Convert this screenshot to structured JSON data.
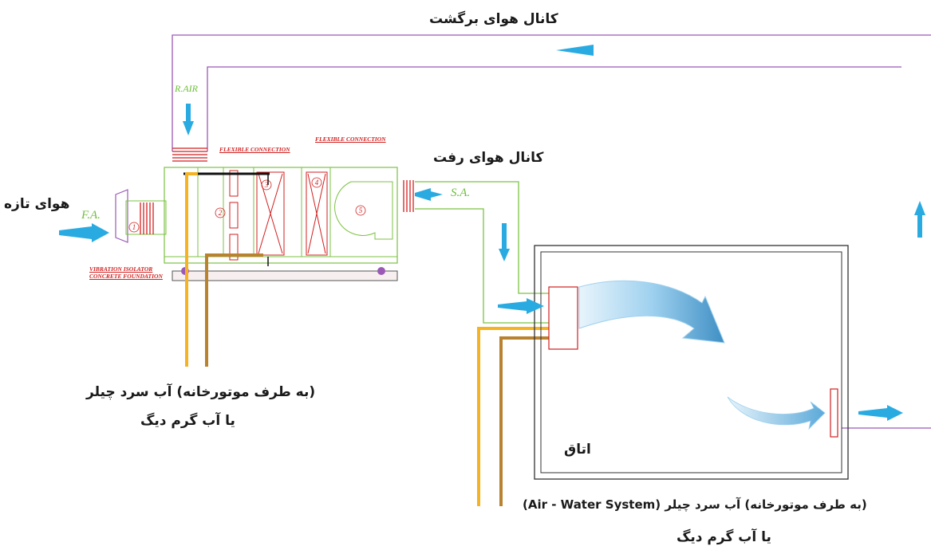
{
  "labels": {
    "return_duct": "کانال هوای برگشت",
    "supply_duct": "کانال هوای رفت",
    "fresh_air": "هوای تازه",
    "fa": "F.A.",
    "sa": "S.A.",
    "rair": "R.AIR",
    "flex1": "FLEXIBLE CONNECTION",
    "flex2": "FLEXIBLE CONNECTION",
    "vib1": "VIBRATION ISOLATOR",
    "vib2": "CONCRETE FOUNDATION",
    "pipe_left_1": "(به طرف موتورخانه) آب سرد چیلر",
    "pipe_left_2": "یا آب گرم دیگ",
    "room": "اتاق",
    "pipe_right_1": "(به طرف موتورخانه) آب سرد چیلر (Air - Water System)",
    "pipe_right_2": "یا آب گرم دیگ"
  },
  "components": [
    "1",
    "2",
    "3",
    "4",
    "5"
  ],
  "colors": {
    "return_duct": "#9b59b6",
    "supply_duct": "#7cc243",
    "arrow": "#29abe2",
    "pipe_cold": "#f5b324",
    "pipe_hot": "#b8822e",
    "coil": "#d21f1f"
  }
}
